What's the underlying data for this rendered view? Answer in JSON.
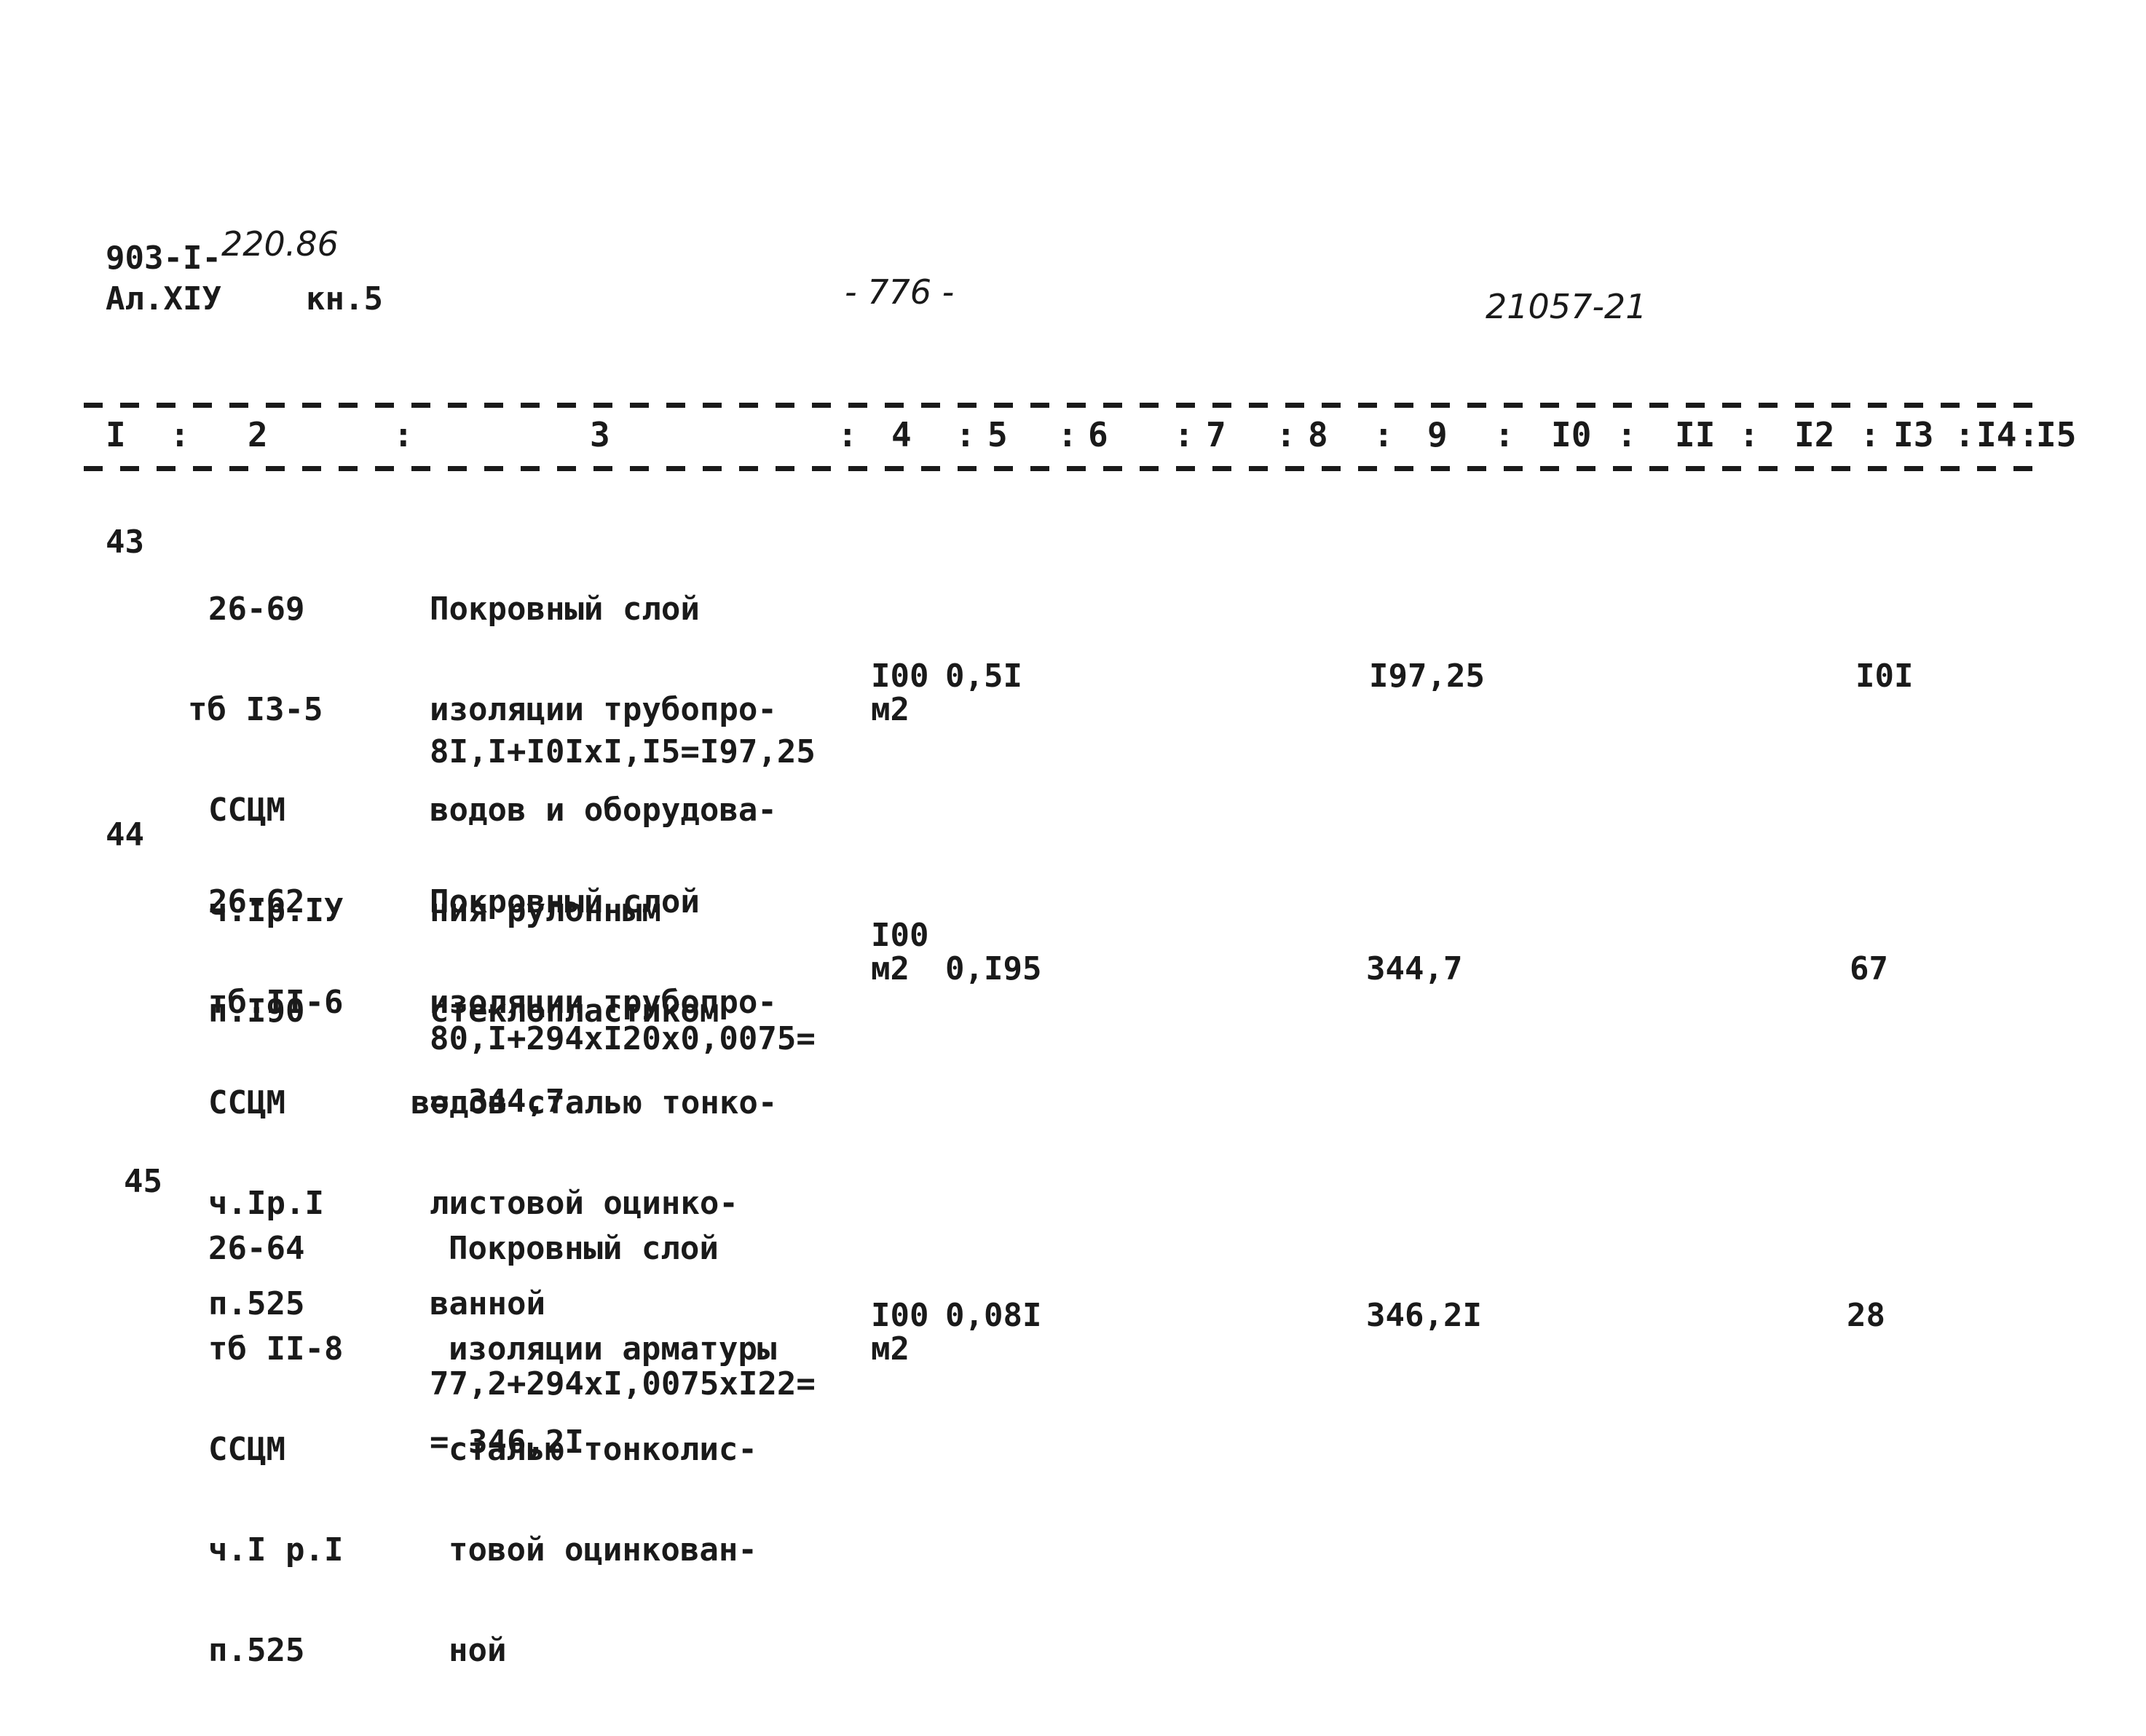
{
  "header": {
    "doc_code_prefix": "903-I-",
    "doc_code_hand": "220.86",
    "album": "Ал.XIУ",
    "book": "кн.5",
    "page_number": "- 776 -",
    "doc_number": "21057-21"
  },
  "columns": [
    "I",
    ":",
    "2",
    ":",
    "3",
    ":",
    "4",
    ":",
    "5",
    ":",
    "6",
    ":",
    "7",
    ":",
    "8",
    ":",
    "9",
    ":",
    "I0",
    ":",
    "II",
    ":",
    "I2",
    ":",
    "I3",
    ":",
    "I4",
    ":",
    "I5"
  ],
  "rows": [
    {
      "num": "43",
      "code": [
        "26-69",
        "тб I3-5",
        "ССЦМ",
        "ч.Iр.IУ",
        "п.I90"
      ],
      "description": [
        "Покровный слой",
        "изоляции трубопро-",
        "водов и оборудова-",
        "ния рулонным",
        "стеклопластиком"
      ],
      "formula": [
        "8I,I+I0IxI,I5=I97,25"
      ],
      "unit_qty": "I00",
      "unit": "м2",
      "norm": "0,5I",
      "total": "I97,25",
      "col12": "I0I"
    },
    {
      "num": "44",
      "code": [
        "26-62",
        "тб.II-6",
        "ССЦМ",
        "ч.Iр.I",
        "п.525"
      ],
      "description": [
        "Покровный слой",
        "изоляции трубопро-",
        "водов сталью тонко-",
        "листовой оцинко-",
        "ванной"
      ],
      "formula": [
        "80,I+294xI20x0,0075=",
        "= 344,7"
      ],
      "unit_qty": "I00",
      "unit": "м2",
      "norm": "0,I95",
      "total": "344,7",
      "col12": "67"
    },
    {
      "num": "45",
      "code": [
        "26-64",
        "тб II-8",
        "ССЦМ",
        "ч.I р.I",
        "п.525"
      ],
      "description": [
        "Покровный слой",
        "изоляции арматуры",
        "сталью тонколис-",
        "товой оцинкован-",
        "ной"
      ],
      "formula": [
        "77,2+294xI,0075xI22=",
        "= 346,2I"
      ],
      "unit_qty": "I00",
      "unit": "м2",
      "norm": "0,08I",
      "total": "346,2I",
      "col12": "28"
    }
  ]
}
